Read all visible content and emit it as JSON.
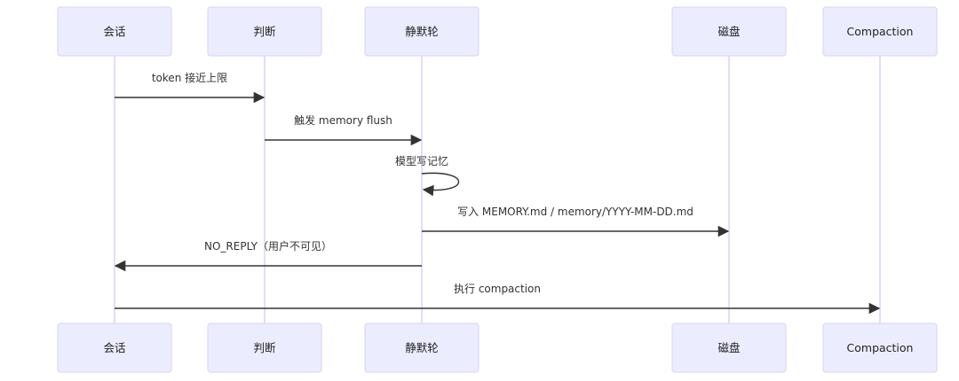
{
  "diagram": {
    "type": "sequence",
    "actors": [
      {
        "id": "session",
        "label": "会话"
      },
      {
        "id": "judge",
        "label": "判断"
      },
      {
        "id": "silent",
        "label": "静默轮"
      },
      {
        "id": "disk",
        "label": "磁盘"
      },
      {
        "id": "compaction",
        "label": "Compaction"
      }
    ],
    "messages": [
      {
        "from": "session",
        "to": "judge",
        "label": "token 接近上限"
      },
      {
        "from": "judge",
        "to": "silent",
        "label": "触发 memory flush"
      },
      {
        "from": "silent",
        "to": "silent",
        "label": "模型写记忆"
      },
      {
        "from": "silent",
        "to": "disk",
        "label": "写入 MEMORY.md / memory/YYYY-MM-DD.md"
      },
      {
        "from": "silent",
        "to": "session",
        "label": "NO_REPLY（用户不可见）"
      },
      {
        "from": "session",
        "to": "compaction",
        "label": "执行 compaction"
      }
    ],
    "colors": {
      "actor_fill": "#ececff",
      "actor_stroke": "#d6d3f5",
      "lifeline": "#d4ccf4",
      "message": "#333333"
    }
  }
}
